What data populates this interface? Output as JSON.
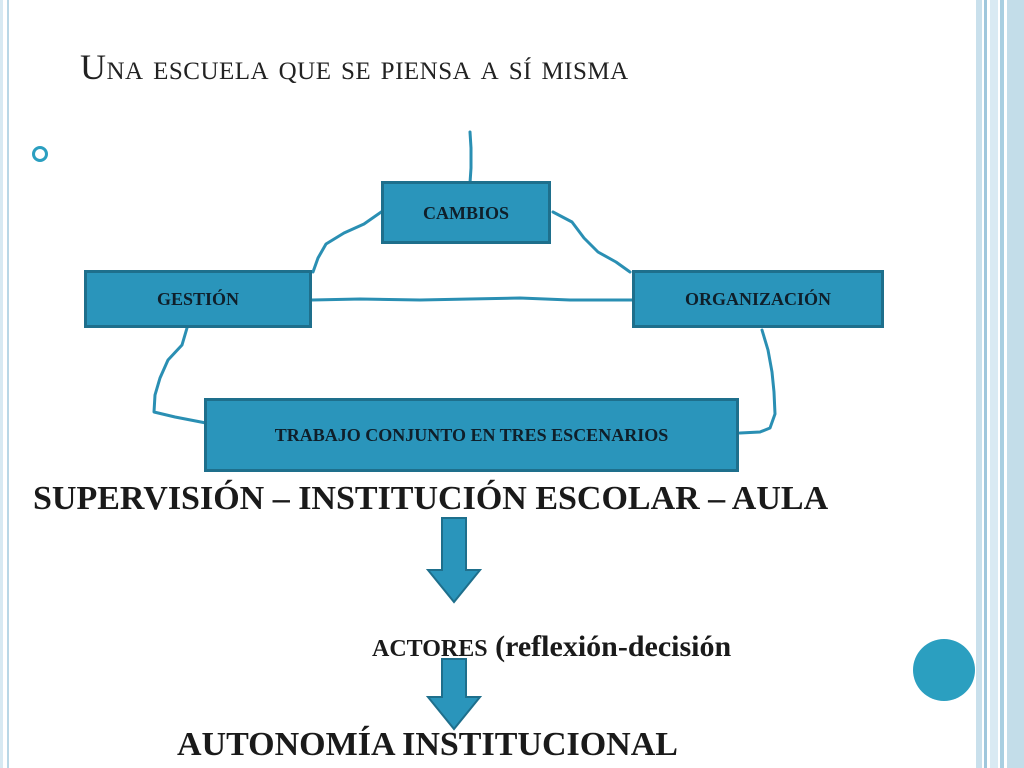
{
  "slide": {
    "title": "Una escuela que se piensa a sí misma",
    "accent_color": "#2a95bb",
    "border_color": "#1e6f8c"
  },
  "diagram": {
    "nodes": {
      "cambios": "CAMBIOS",
      "gestion": "GESTIÓN",
      "organizacion": "ORGANIZACIÓN",
      "trabajo": "TRABAJO CONJUNTO  EN TRES ESCENARIOS"
    },
    "edges": [
      {
        "from": "cambios",
        "to": "gestion"
      },
      {
        "from": "cambios",
        "to": "organizacion"
      },
      {
        "from": "gestion",
        "to": "organizacion"
      },
      {
        "from": "gestion",
        "to": "trabajo"
      },
      {
        "from": "organizacion",
        "to": "trabajo"
      }
    ]
  },
  "flow": {
    "scenarios": "SUPERVISIÓN – INSTITUCIÓN ESCOLAR – AULA",
    "actors_label": "ACTORES",
    "actors_detail": "(reflexión-decisión",
    "result": "AUTONOMÍA INSTITUCIONAL"
  }
}
